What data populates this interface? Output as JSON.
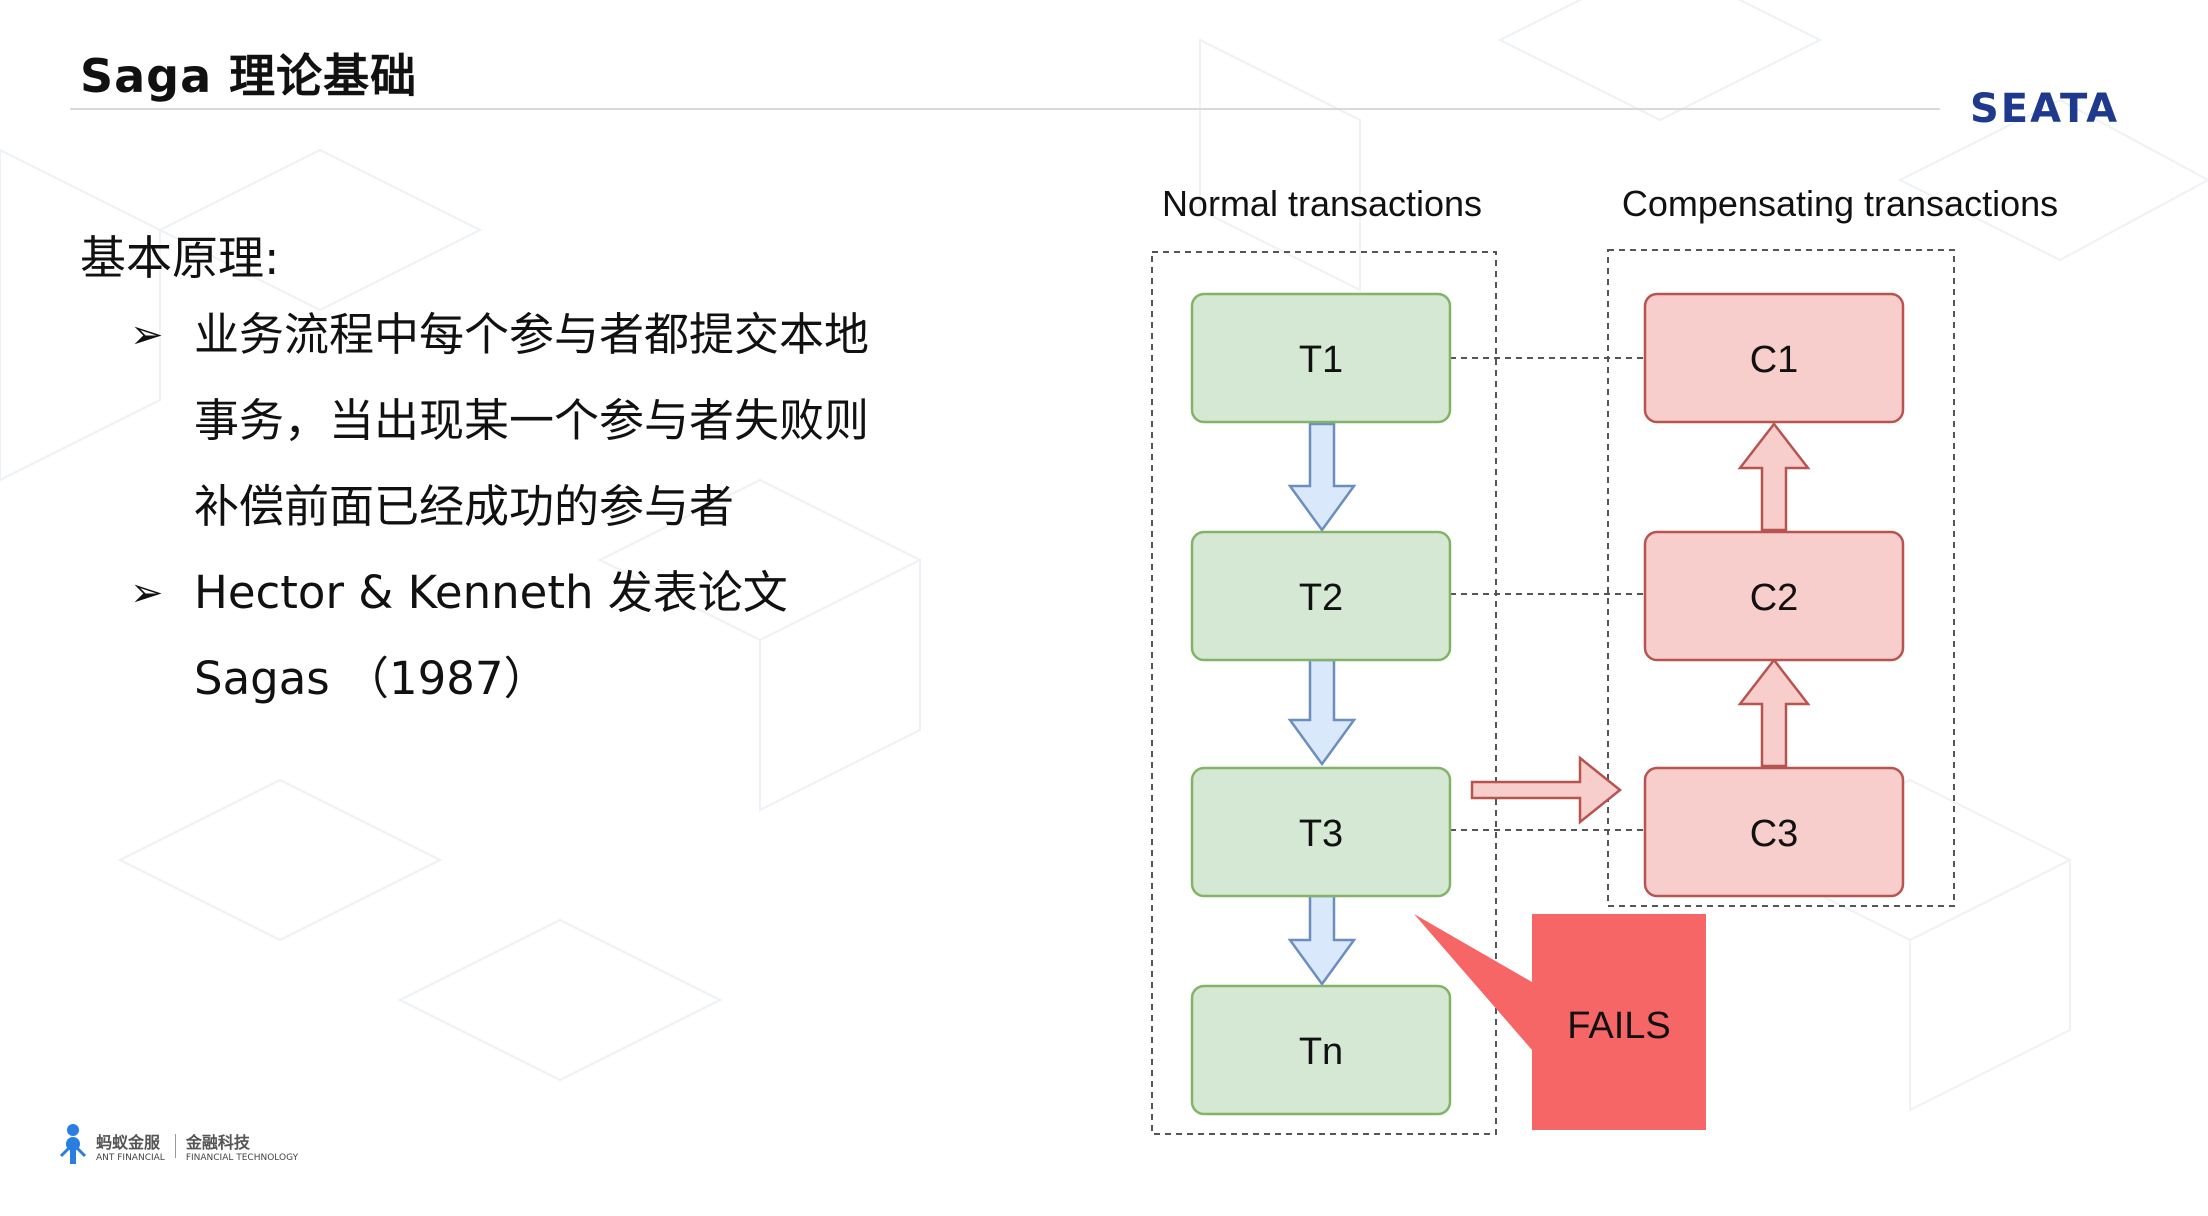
{
  "slide": {
    "title": "Saga 理论基础",
    "logo_text": "SEATA"
  },
  "content": {
    "heading": "基本原理:",
    "bullets": [
      {
        "marker": "➢",
        "lines": [
          "业务流程中每个参与者都提交本地",
          "事务，当出现某一个参与者失败则",
          "补偿前面已经成功的参与者"
        ]
      },
      {
        "marker": "➢",
        "lines": [
          "Hector & Kenneth 发表论文",
          "Sagas （1987）"
        ]
      }
    ]
  },
  "diagram": {
    "normal_label": "Normal transactions",
    "compensating_label": "Compensating transactions",
    "normal_steps": [
      "T1",
      "T2",
      "T3",
      "Tn"
    ],
    "compensating_steps": [
      "C1",
      "C2",
      "C3"
    ],
    "fail_label": "FAILS",
    "colors": {
      "normal_fill": "#d5e8d4",
      "normal_stroke": "#82b366",
      "comp_fill": "#f8cecc",
      "comp_stroke": "#b85450",
      "flow_arrow_fill": "#dae8fc",
      "flow_arrow_stroke": "#6c8ebf",
      "fail_fill": "#f66666"
    }
  },
  "footer": {
    "brand_ant": "蚂蚁金服",
    "brand_fin": "金融科技",
    "sub_ant": "ANT FINANCIAL",
    "sub_fin": "FINANCIAL TECHNOLOGY"
  }
}
